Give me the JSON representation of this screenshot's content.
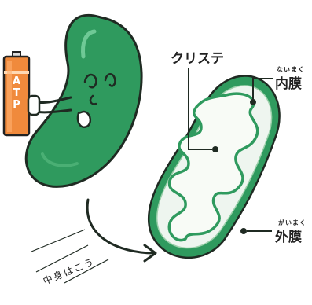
{
  "battery": {
    "text": "ATP"
  },
  "labels": {
    "cristae": "クリステ",
    "inner_membrane": "内膜",
    "inner_membrane_ruby": "ないまく",
    "outer_membrane": "外膜",
    "outer_membrane_ruby": "がいまく",
    "inside_note": "中身はこう"
  },
  "colors": {
    "mito_green": "#2f9a5e",
    "mito_green_light": "#56b87d",
    "battery_orange": "#f08a3c",
    "inner_fill": "#eef5ef",
    "matrix_fill": "#f8fbf6",
    "ink": "#222222"
  }
}
